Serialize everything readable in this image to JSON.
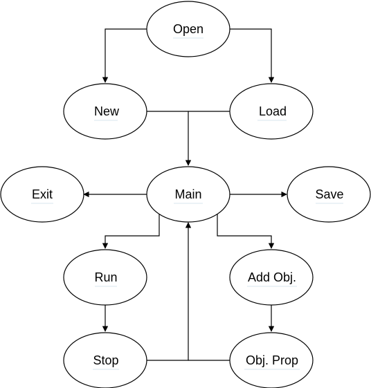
{
  "diagram": {
    "nodes": {
      "open": "Open",
      "new": "New",
      "load": "Load",
      "exit": "Exit",
      "main": "Main",
      "save": "Save",
      "run": "Run",
      "add_obj": "Add Obj.",
      "stop": "Stop",
      "obj_prop": "Obj. Prop"
    },
    "edges": [
      {
        "from": "Open",
        "to": "New"
      },
      {
        "from": "Open",
        "to": "Load"
      },
      {
        "from": "New",
        "to": "Main"
      },
      {
        "from": "Load",
        "to": "Main"
      },
      {
        "from": "Main",
        "to": "Exit"
      },
      {
        "from": "Main",
        "to": "Save"
      },
      {
        "from": "Main",
        "to": "Run"
      },
      {
        "from": "Main",
        "to": "Add Obj."
      },
      {
        "from": "Run",
        "to": "Stop"
      },
      {
        "from": "Add Obj.",
        "to": "Obj. Prop"
      },
      {
        "from": "Stop",
        "to": "Main"
      },
      {
        "from": "Obj. Prop",
        "to": "Main"
      }
    ]
  }
}
